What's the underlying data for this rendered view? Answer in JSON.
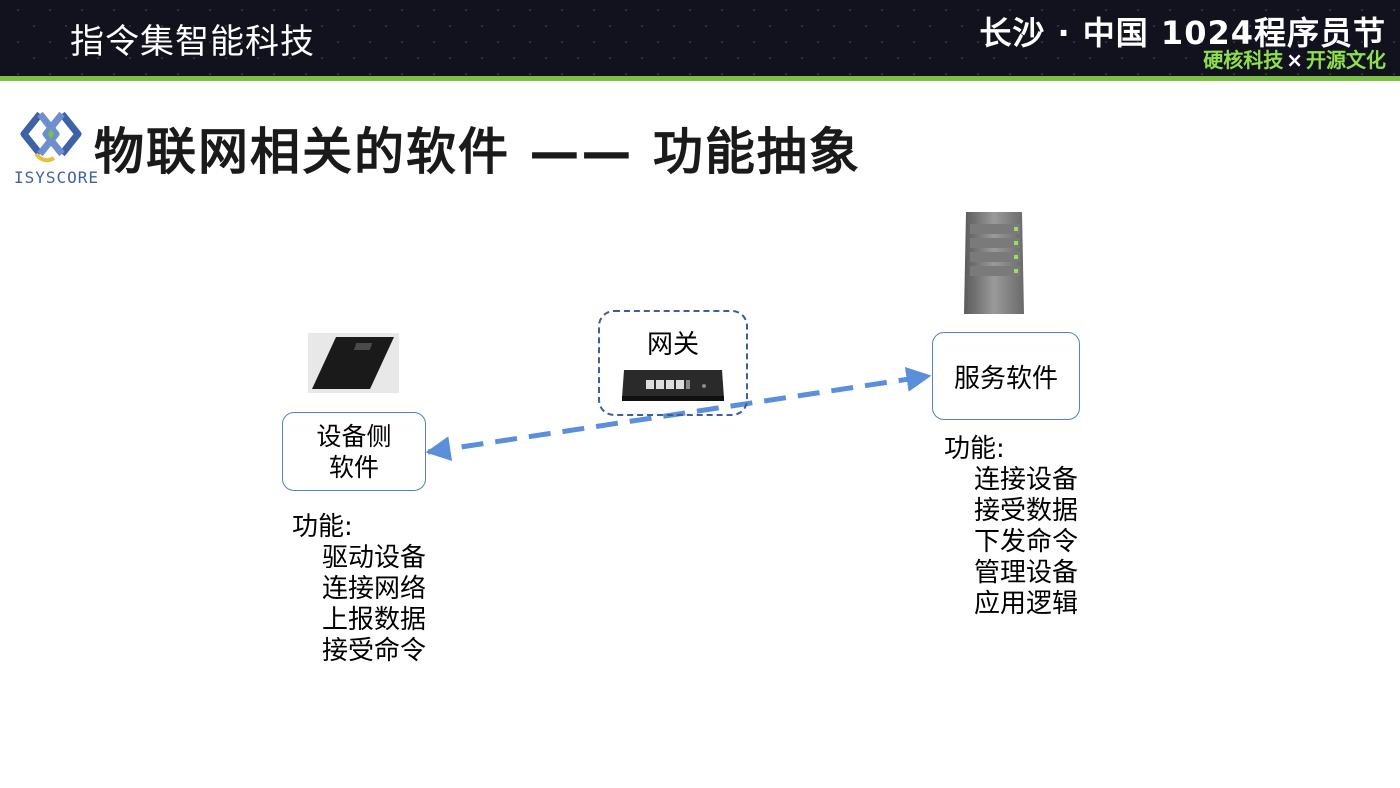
{
  "header": {
    "title": "指令集智能科技",
    "event_main": "长沙 · 中国 1024程序员节",
    "event_sub_left": "硬核科技",
    "event_sub_sep": "×",
    "event_sub_right": "开源文化"
  },
  "logo": {
    "text": "ISYSCORE"
  },
  "page_title": "物联网相关的软件 —— 功能抽象",
  "diagram": {
    "device": {
      "label_line1": "设备侧",
      "label_line2": "软件",
      "func_heading": "功能:",
      "func_items": [
        "驱动设备",
        "连接网络",
        "上报数据",
        "接受命令"
      ]
    },
    "gateway": {
      "label": "网关"
    },
    "server": {
      "label": "服务软件",
      "func_heading": "功能:",
      "func_items": [
        "连接设备",
        "接受数据",
        "下发命令",
        "管理设备",
        "应用逻辑"
      ]
    },
    "arrow_color": "#5b8fdc"
  },
  "colors": {
    "accent_green": "#7ac143",
    "header_bg": "#12121e",
    "box_border": "#5a7fc0"
  }
}
